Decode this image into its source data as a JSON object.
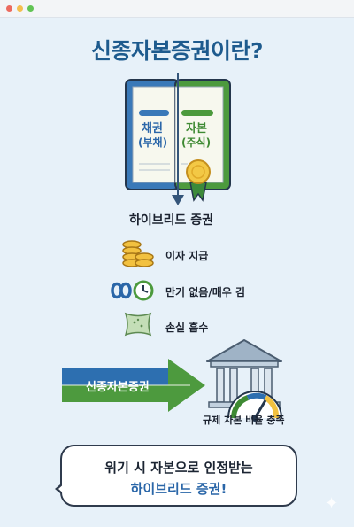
{
  "title": "신종자본증권이란?",
  "certificate": {
    "left_line1": "채권",
    "left_line2": "(부채)",
    "right_line1": "자본",
    "right_line2": "(주식)"
  },
  "hybrid_label": "하이브리드 증권",
  "features": [
    {
      "icon": "coins-icon",
      "label": "이자 지급"
    },
    {
      "icon": "infinity-clock-icon",
      "label": "만기 없음/매우 김"
    },
    {
      "icon": "cushion-icon",
      "label": "손실 흡수"
    }
  ],
  "arrow_label": "신종자본증권",
  "bank_caption": "규제 자본 비율 충족",
  "bubble": {
    "line1": "위기 시 자본으로 인정받는",
    "line2": "하이브리드 증권!"
  },
  "colors": {
    "title": "#1e5b8e",
    "bond_blue": "#3a79b8",
    "equity_green": "#4c9a3d",
    "accent_blue": "#2a66a8",
    "arrow_green": "#5aa544",
    "background": "#e7f1f9"
  }
}
